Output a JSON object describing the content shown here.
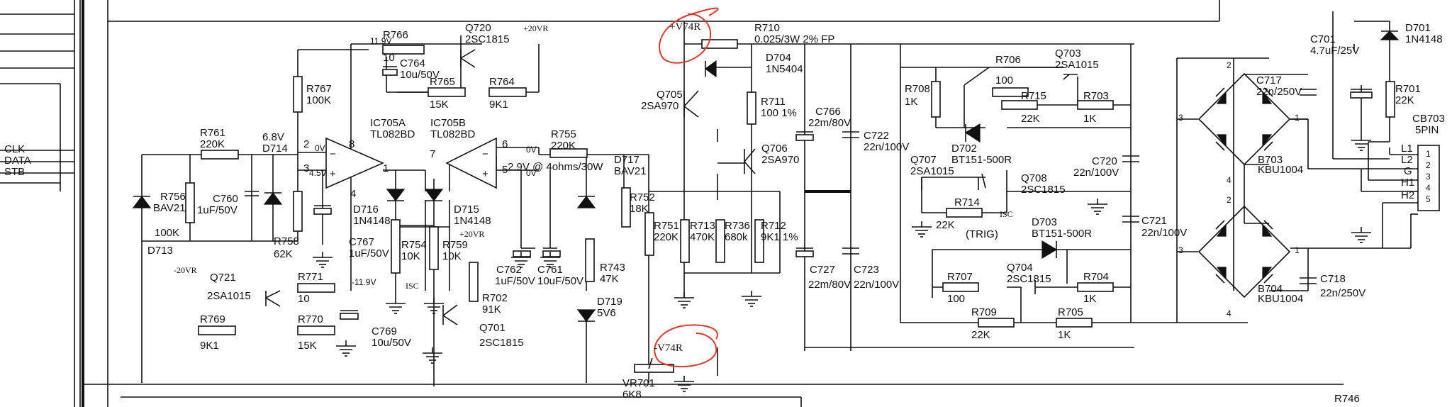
{
  "bus_labels": [
    "CLK",
    "DATA",
    "STB"
  ],
  "supplies": {
    "pos_v74": "+V74R",
    "neg_v74": "-V74R",
    "pos_20": "+20VR",
    "pos_20b": "+20VR",
    "neg_20": "-20VR",
    "v_11_9_pos": "11.9V",
    "v_11_9_neg": "-11.9V"
  },
  "nodes": {
    "ov1": "0V",
    "v45": "4.5V",
    "ov2": "0V",
    "ov3": "0V",
    "out_note": "2.9V @ 4ohms/30W",
    "isc1": "ISC",
    "isc2": "ISC",
    "trig": "(TRIG)"
  },
  "opamps": {
    "a_name": "IC705A",
    "a_part": "TL082BD",
    "b_name": "IC705B",
    "b_part": "TL082BD",
    "pins": [
      "2",
      "3",
      "8",
      "1",
      "4",
      "7",
      "6",
      "5"
    ],
    "minus": "−",
    "plus": "+"
  },
  "resistors": [
    {
      "ref": "R766",
      "val": "10"
    },
    {
      "ref": "R767",
      "val": "100K"
    },
    {
      "ref": "R761",
      "val": "220K"
    },
    {
      "ref": "R756",
      "val": "100K"
    },
    {
      "ref": "R758",
      "val": "62K"
    },
    {
      "ref": "R765",
      "val": "15K"
    },
    {
      "ref": "R764",
      "val": "9K1"
    },
    {
      "ref": "R755",
      "val": "220K"
    },
    {
      "ref": "R754",
      "val": "10K"
    },
    {
      "ref": "R759",
      "val": "10K"
    },
    {
      "ref": "R702",
      "val": "91K"
    },
    {
      "ref": "R743",
      "val": "47K"
    },
    {
      "ref": "R752",
      "val": "18K"
    },
    {
      "ref": "R751",
      "val": "220K"
    },
    {
      "ref": "R713",
      "val": "470K"
    },
    {
      "ref": "R736",
      "val": "680k"
    },
    {
      "ref": "R712",
      "val": "9K1 1%"
    },
    {
      "ref": "R711",
      "val": "100 1%"
    },
    {
      "ref": "R710",
      "val": "0.025/3W 2% FP"
    },
    {
      "ref": "R771",
      "val": "10"
    },
    {
      "ref": "R769",
      "val": "9K1"
    },
    {
      "ref": "R770",
      "val": "15K"
    },
    {
      "ref": "R708",
      "val": "1K"
    },
    {
      "ref": "R706",
      "val": "100"
    },
    {
      "ref": "R715",
      "val": "22K"
    },
    {
      "ref": "R703",
      "val": "1K"
    },
    {
      "ref": "R714",
      "val": "22K"
    },
    {
      "ref": "R707",
      "val": "100"
    },
    {
      "ref": "R704",
      "val": "1K"
    },
    {
      "ref": "R709",
      "val": "22K"
    },
    {
      "ref": "R705",
      "val": "1K"
    },
    {
      "ref": "R701",
      "val": "22K"
    },
    {
      "ref": "R746",
      "val": ""
    }
  ],
  "capacitors": [
    {
      "ref": "C764",
      "val": "10u/50V"
    },
    {
      "ref": "C760",
      "val": "1uF/50V"
    },
    {
      "ref": "C767",
      "val": "1uF/50V"
    },
    {
      "ref": "C762",
      "val": "1uF/50V"
    },
    {
      "ref": "C761",
      "val": "10uF/50V"
    },
    {
      "ref": "C769",
      "val": "10u/50V"
    },
    {
      "ref": "C766",
      "val": "22m/80V"
    },
    {
      "ref": "C727",
      "val": "22m/80V"
    },
    {
      "ref": "C722",
      "val": "22n/100V"
    },
    {
      "ref": "C723",
      "val": "22n/100V"
    },
    {
      "ref": "C720",
      "val": "22n/100V"
    },
    {
      "ref": "C721",
      "val": "22n/100V"
    },
    {
      "ref": "C717",
      "val": "22n/250V"
    },
    {
      "ref": "C718",
      "val": "22n/250V"
    },
    {
      "ref": "C701",
      "val": "4.7uF/25V"
    }
  ],
  "diodes": [
    {
      "ref": "D714",
      "val": "6.8V"
    },
    {
      "ref": "D713",
      "val": "BAV21"
    },
    {
      "ref": "D716",
      "val": "1N4148"
    },
    {
      "ref": "D715",
      "val": "1N4148"
    },
    {
      "ref": "D717",
      "val": "BAV21"
    },
    {
      "ref": "D719",
      "val": "5V6"
    },
    {
      "ref": "D704",
      "val": "1N5404"
    },
    {
      "ref": "D702",
      "val": "BT151-500R"
    },
    {
      "ref": "D703",
      "val": "BT151-500R"
    },
    {
      "ref": "D701",
      "val": "1N4148"
    }
  ],
  "transistors": [
    {
      "ref": "Q720",
      "val": "2SC1815"
    },
    {
      "ref": "Q721",
      "val": "2SA1015"
    },
    {
      "ref": "Q701",
      "val": "2SC1815"
    },
    {
      "ref": "Q705",
      "val": "2SA970"
    },
    {
      "ref": "Q706",
      "val": "2SA970"
    },
    {
      "ref": "Q703",
      "val": "2SA1015"
    },
    {
      "ref": "Q707",
      "val": "2SA1015"
    },
    {
      "ref": "Q708",
      "val": "2SC1815"
    },
    {
      "ref": "Q704",
      "val": "2SC1815"
    }
  ],
  "trimmer": {
    "ref": "VR701",
    "val": "6K8"
  },
  "bridges": [
    {
      "ref": "B703",
      "val": "KBU1004",
      "pins": [
        "2",
        "3",
        "1",
        "4"
      ]
    },
    {
      "ref": "B704",
      "val": "KBU1004",
      "pins": [
        "2",
        "3",
        "1",
        "4"
      ]
    }
  ],
  "connector": {
    "ref": "CB703",
    "val": "5PIN",
    "pins": [
      {
        "name": "L1",
        "num": "1"
      },
      {
        "name": "L2",
        "num": "2"
      },
      {
        "name": "G",
        "num": "3"
      },
      {
        "name": "H1",
        "num": "4"
      },
      {
        "name": "H2",
        "num": "5"
      }
    ]
  },
  "colors": {
    "ink": "#111111",
    "markup": "#e0392b",
    "paper": "#ffffff"
  },
  "icons": [
    "resistor",
    "capacitor",
    "electrolytic-capacitor",
    "diode",
    "zener-diode",
    "thyristor",
    "npn-transistor",
    "pnp-transistor",
    "op-amp",
    "bridge-rectifier",
    "ground",
    "connector"
  ]
}
